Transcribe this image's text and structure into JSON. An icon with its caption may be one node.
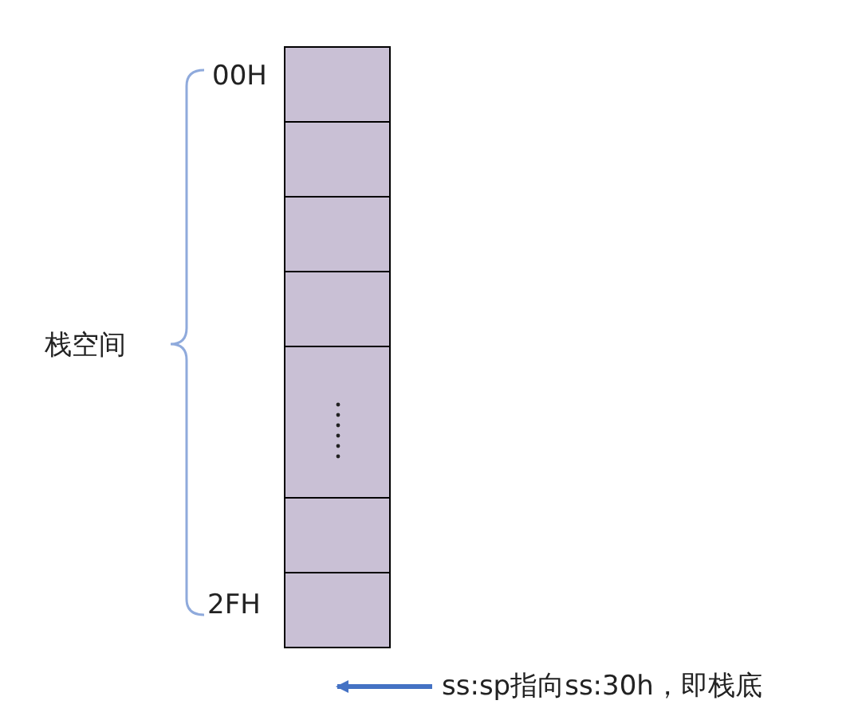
{
  "diagram": {
    "nodes": [
      {
        "text": [],
        "shape": "box"
      },
      {
        "text": [],
        "shape": "box"
      },
      {
        "text": [],
        "shape": "box"
      },
      {
        "text": [],
        "shape": "box"
      },
      {
        "text": [],
        "shape": "box"
      },
      {
        "text": [],
        "shape": "box"
      },
      {
        "text": [],
        "shape": "box"
      },
      {
        "text": [
          "ss:sp指向ss:30h，即栈底"
        ]
      }
    ],
    "edges": [
      {
        "from": 7,
        "to": 6,
        "arrow": "to"
      }
    ],
    "labels": [
      "00H",
      "栈空间",
      "2FH"
    ]
  }
}
